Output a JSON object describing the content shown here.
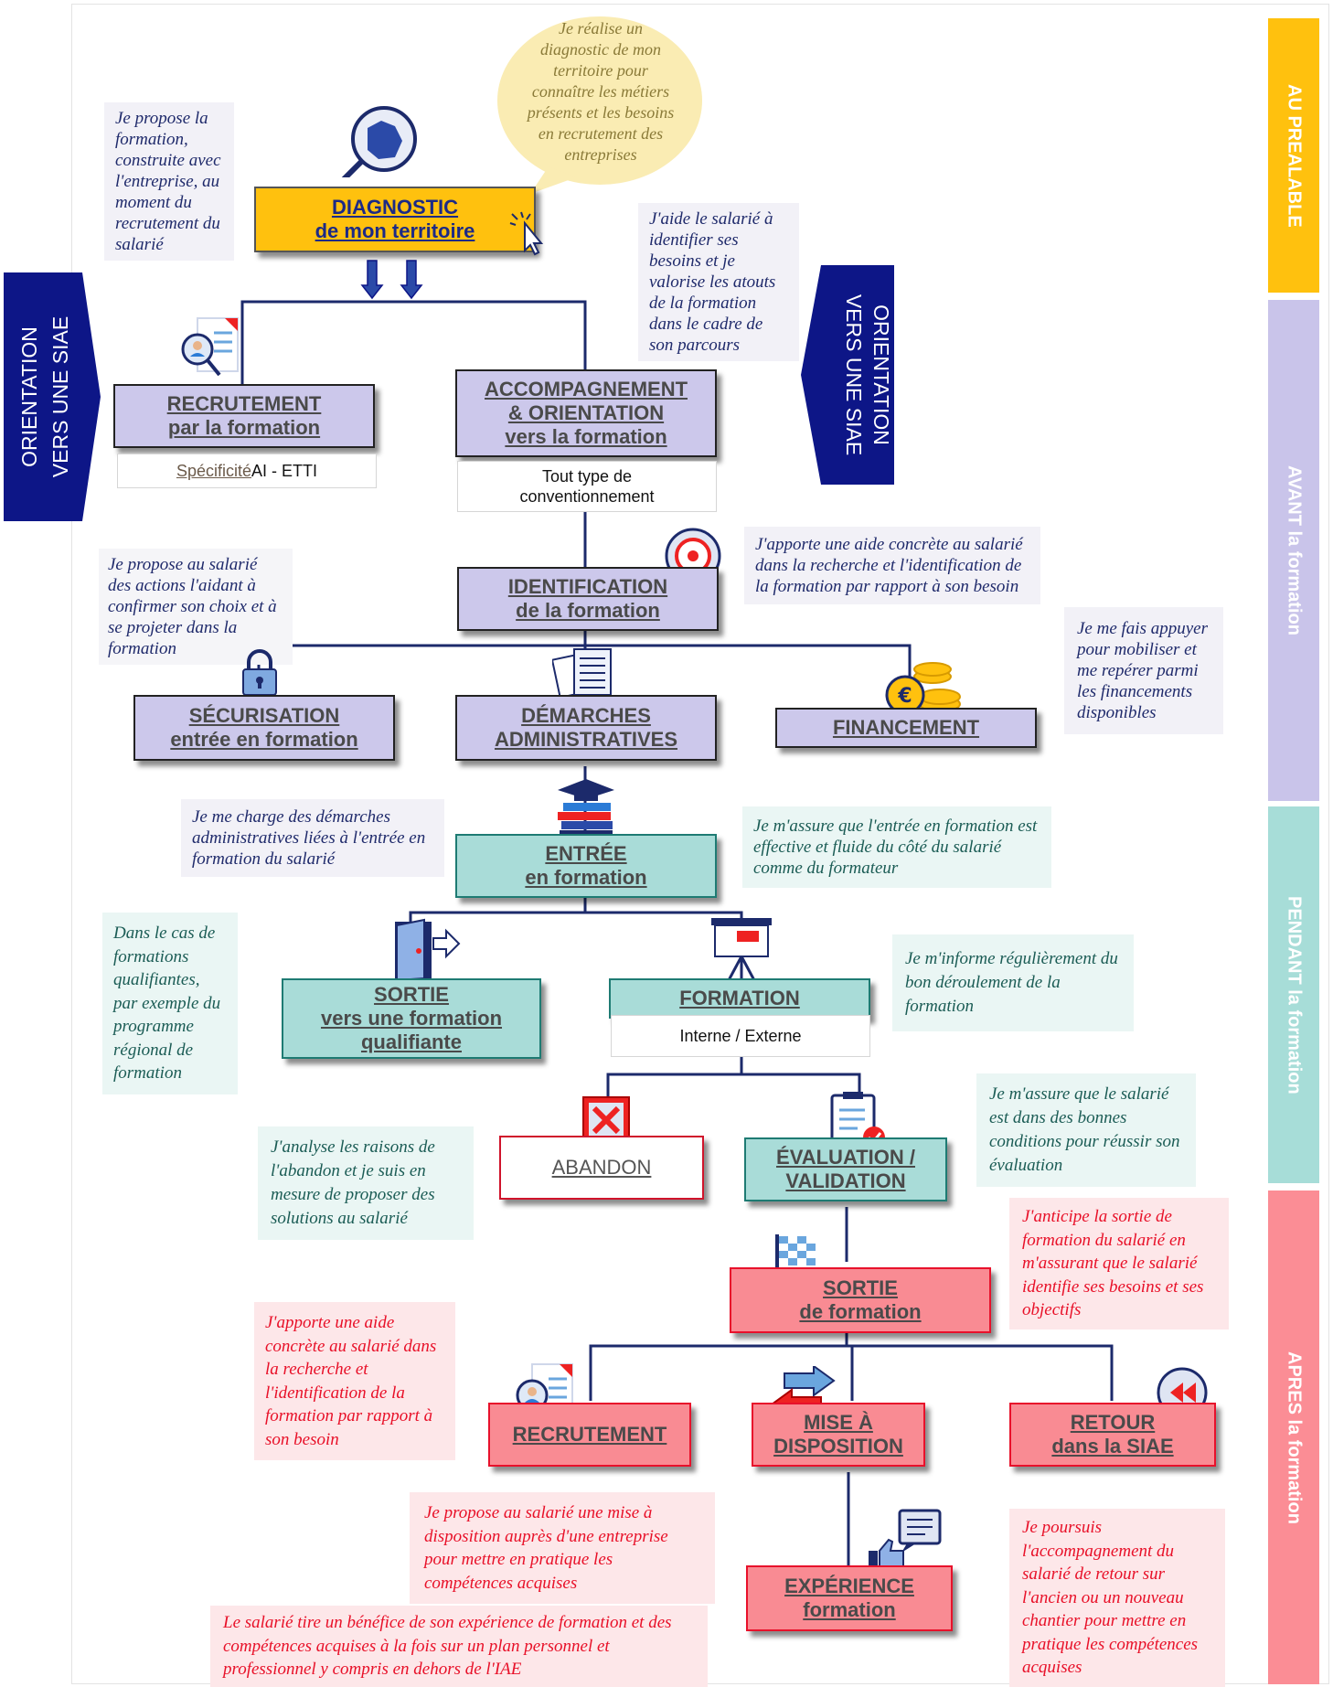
{
  "side_labels": {
    "au_prealable": "AU PREALABLE",
    "avant": "AVANT la formation",
    "avant_bold": "AVANT ",
    "avant_rest": "la formation",
    "pendant_bold": "PENDANT ",
    "pendant_rest": "la formation",
    "apres_bold": "APRES ",
    "apres_rest": "la formation"
  },
  "orientation": {
    "line1": "ORIENTATION",
    "line2": "VERS UNE SIAE"
  },
  "boxes": {
    "diagnostic": [
      "DIAGNOSTIC",
      "de mon territoire"
    ],
    "recrutement": [
      "RECRUTEMENT",
      "par la formation"
    ],
    "accompagnement": [
      "ACCOMPAGNEMENT",
      "& ORIENTATION",
      "vers la formation"
    ],
    "identification": [
      "IDENTIFICATION",
      "de la formation"
    ],
    "securisation": [
      "SÉCURISATION",
      "entrée en formation"
    ],
    "demarches": [
      "DÉMARCHES",
      "ADMINISTRATIVES"
    ],
    "financement": [
      "FINANCEMENT"
    ],
    "entree": [
      "ENTRÉE",
      "en formation"
    ],
    "sortie_qualifiante": [
      "SORTIE",
      "vers une formation",
      "qualifiante"
    ],
    "formation": [
      "FORMATION"
    ],
    "abandon": [
      "ABANDON"
    ],
    "evaluation": [
      "ÉVALUATION /",
      "VALIDATION"
    ],
    "sortie_formation": [
      "SORTIE",
      "de formation"
    ],
    "recrutement2": [
      "RECRUTEMENT"
    ],
    "mise_disposition": [
      "MISE À",
      "DISPOSITION"
    ],
    "retour": [
      "RETOUR",
      "dans la SIAE"
    ],
    "experience": [
      "EXPÉRIENCE",
      "formation"
    ]
  },
  "sublabels": {
    "specificite_link": "Spécificité",
    "specificite_rest": " AI - ETTI",
    "conventionnement": [
      "Tout type de",
      "conventionnement"
    ],
    "interne_externe": "Interne / Externe"
  },
  "notes": {
    "diagnostic": "Je réalise un diagnostic de mon territoire pour connaître les métiers présents et les besoins en recrutement des entreprises",
    "recrutement": "Je propose la formation, construite avec l'entreprise, au moment du recrutement du salarié",
    "accompagnement": "J'aide le salarié à identifier ses besoins et je valorise les atouts de la formation dans le cadre de son parcours",
    "identification": "J'apporte une aide concrète au salarié dans la recherche et l'identification de la formation par rapport à son besoin",
    "securisation": "Je propose au salarié des actions l'aidant à confirmer son choix et à se projeter dans la formation",
    "financement": "Je me fais appuyer pour mobiliser et me repérer parmi les financements disponibles",
    "demarches": "Je me charge des démarches administratives liées à l'entrée en formation du salarié",
    "entree": "Je m'assure que l'entrée en formation est effective et fluide du côté du salarié comme du formateur",
    "qualifiante": "Dans le cas de formations qualifiantes, par exemple du programme régional de formation",
    "formation": "Je m'informe régulièrement du bon déroulement de la formation",
    "abandon": "J'analyse les raisons de l'abandon et je suis en mesure de proposer des solutions au salarié",
    "evaluation": "Je m'assure que le salarié est dans des bonnes conditions pour réussir son évaluation",
    "sortie": "J'anticipe la sortie de formation du salarié en m'assurant que le salarié identifie ses besoins et ses objectifs",
    "recrutement2": "J'apporte une aide concrète au salarié dans la recherche et l'identification de la formation par rapport à son besoin",
    "mise_disposition": "Je propose au salarié une mise à disposition auprès d'une entreprise pour mettre en pratique les compétences acquises",
    "retour": "Je poursuis l'accompagnement du salarié de retour sur l'ancien ou un nouveau chantier pour mettre en pratique les compétences acquises",
    "experience": "Le salarié tire un bénéfice de son expérience de formation et des compétences acquises à la fois sur un plan personnel et professionnel y compris en dehors de l'IAE"
  },
  "colors": {
    "navy": "#0d1687",
    "yellow": "#ffc10e",
    "purple": "#ccc8eb",
    "teal": "#a9dcd8",
    "red": "#f98b93",
    "side_purple": "#c9c4ea",
    "side_teal": "#a7ddd8",
    "side_red": "#fb8d95"
  }
}
